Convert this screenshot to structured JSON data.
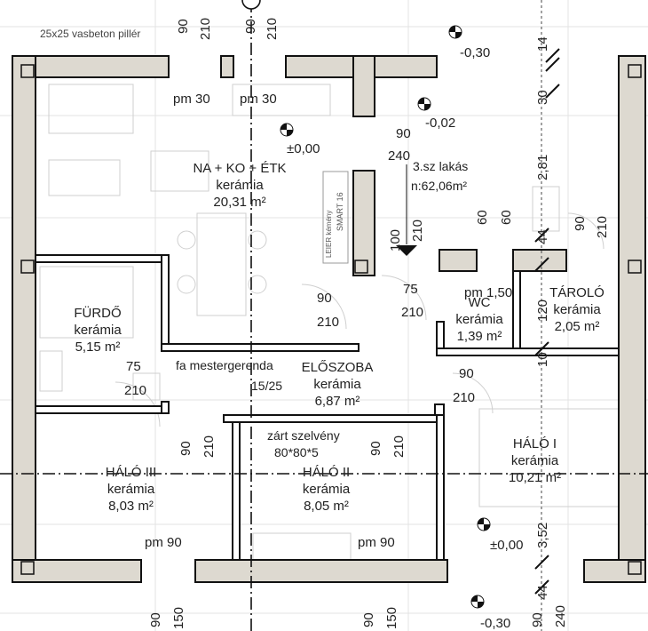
{
  "header_note": "25x25 vasbeton pillér",
  "rooms": {
    "living": {
      "name": "NA + KO + ÉTK",
      "floor": "kerámia",
      "area": "20,31 m²"
    },
    "bath": {
      "name": "FÜRDŐ",
      "floor": "kerámia",
      "area": "5,15 m²"
    },
    "hall": {
      "name": "ELŐSZOBA",
      "floor": "kerámia",
      "area": "6,87 m²"
    },
    "wc": {
      "name": "WC",
      "floor": "kerámia",
      "area": "1,39 m²"
    },
    "storage": {
      "name": "TÁROLÓ",
      "floor": "kerámia",
      "area": "2,05 m²"
    },
    "bed3": {
      "name": "HÁLÓ III",
      "floor": "kerámia",
      "area": "8,03 m²"
    },
    "bed2": {
      "name": "HÁLÓ II",
      "floor": "kerámia",
      "area": "8,05 m²"
    },
    "bed1": {
      "name": "HÁLÓ I",
      "floor": "kerámia",
      "area": "10,21 m²"
    }
  },
  "apartment": {
    "number": "3.sz lakás",
    "net_area": "n:62,06m²"
  },
  "chimney": {
    "brand": "LEIER kémény",
    "model": "SMART 16"
  },
  "beam": {
    "name": "fa mestergerenda",
    "size": "15/25"
  },
  "steel": {
    "name": "zárt szelvény",
    "size": "80*80*5"
  },
  "levels": {
    "top_right": "-0,30",
    "entry": "-0,02",
    "floor": "±0,00",
    "right_floor": "±0,00",
    "bottom": "-0,30"
  },
  "sill_labels": {
    "kitchen_left": "pm 30",
    "kitchen_right": "pm 30",
    "wc": "pm 1,50",
    "bed3": "pm 90",
    "bed2": "pm 90"
  },
  "dims": {
    "d90": "90",
    "d210": "210",
    "d75": "75",
    "d100": "100",
    "d240": "240",
    "d60": "60",
    "d44": "44",
    "d120": "120",
    "d10": "10",
    "d14": "14",
    "d30": "30",
    "d281": "2,81",
    "d352": "3,52",
    "d150": "150"
  }
}
